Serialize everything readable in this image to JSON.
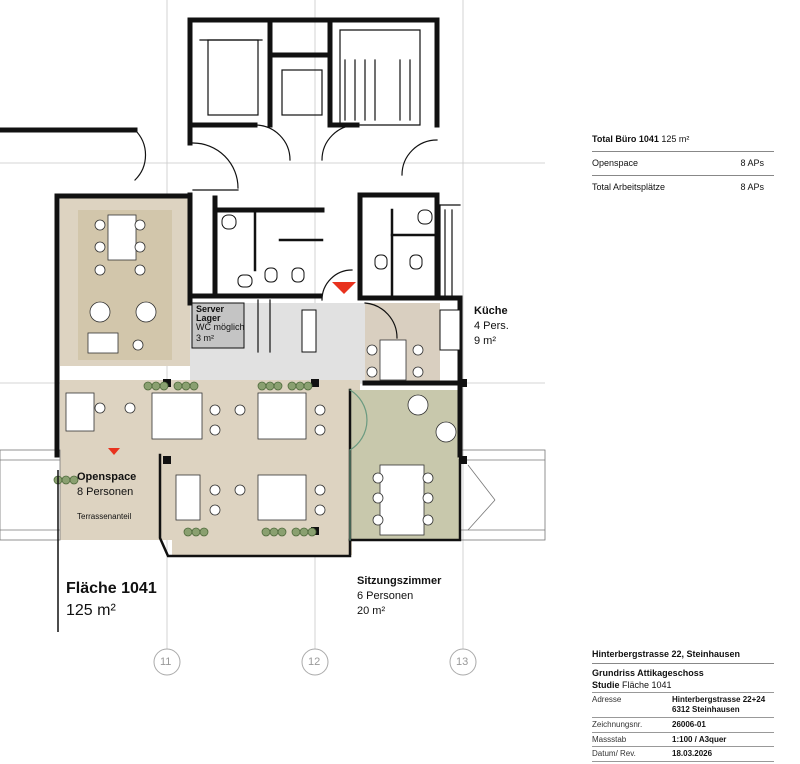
{
  "summary": {
    "title_bold": "Total Büro 1041",
    "title_area": "125 m²",
    "rows": [
      {
        "label": "Openspace",
        "value": "8 APs"
      },
      {
        "label": "Total Arbeitsplätze",
        "value": "8 APs"
      }
    ]
  },
  "rooms": {
    "openspace": {
      "name": "Openspace",
      "persons": "8 Personen",
      "note": "Terrassenanteil"
    },
    "flaeche": {
      "name": "Fläche 1041",
      "area": "125 m²"
    },
    "kueche": {
      "name": "Küche",
      "persons": "4 Pers.",
      "area": "9 m²"
    },
    "sitzungszimmer": {
      "name": "Sitzungszimmer",
      "persons": "6 Personen",
      "area": "20 m²"
    },
    "server": {
      "line1": "Server",
      "line2": "Lager",
      "line3": "WC möglich",
      "area": "3 m²"
    }
  },
  "axes": [
    "11",
    "12",
    "13"
  ],
  "title_block": {
    "address_heading": "Hinterbergstrasse 22, Steinhausen",
    "plan_title": "Grundriss Attikageschoss",
    "study_bold": "Studie",
    "study_rest": "Fläche 1041",
    "fields": [
      {
        "key": "Adresse",
        "value": "Hinterbergstrasse 22+24",
        "value2": "6312 Steinhausen"
      },
      {
        "key": "Zeichnungsnr.",
        "value": "26006-01"
      },
      {
        "key": "Massstab",
        "value": "1:100 / A3quer"
      },
      {
        "key": "Datum/ Rev.",
        "value": "18.03.2026"
      }
    ]
  },
  "colors": {
    "office": "#ddd3c1",
    "lounge": "#d6cbb0",
    "meeting": "#c8c8ac",
    "kitchen": "#d9cfc0",
    "corridor": "#e1e1e1",
    "server": "#c4c4c4",
    "entry_marker": "#e8321e"
  }
}
